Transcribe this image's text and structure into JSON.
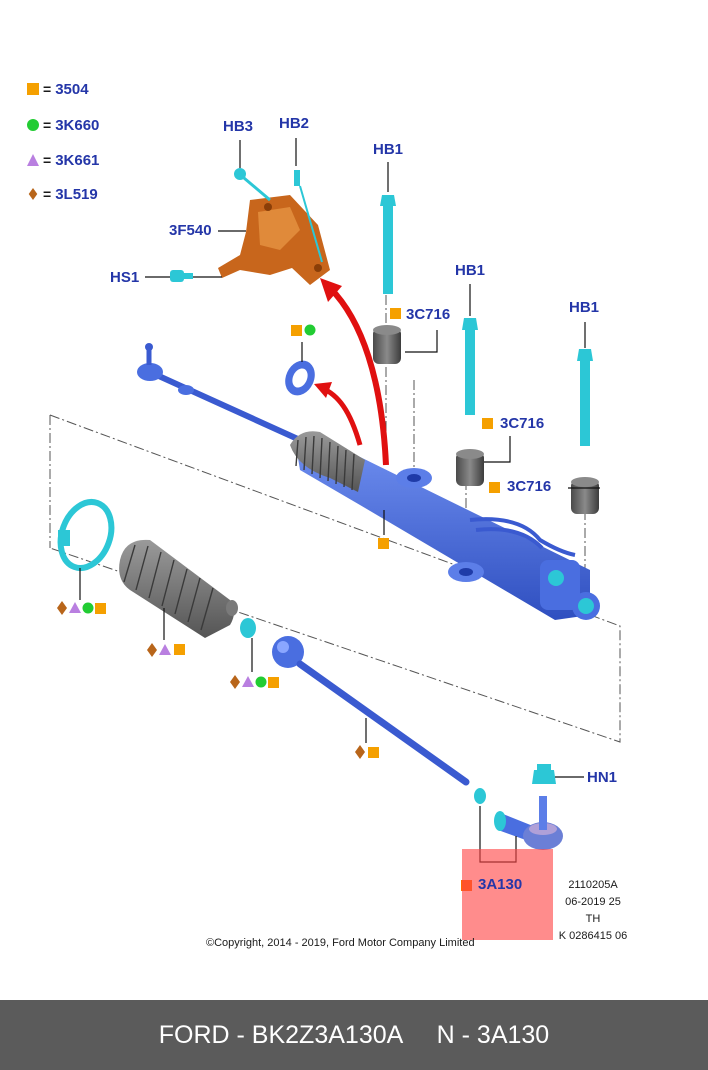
{
  "legend": [
    {
      "symbol": "orange-square-icon",
      "equals": "=",
      "code": "3504"
    },
    {
      "symbol": "green-circle-icon",
      "equals": "=",
      "code": "3K660"
    },
    {
      "symbol": "purple-triangle-icon",
      "equals": "=",
      "code": "3K661"
    },
    {
      "symbol": "brown-diamond-icon",
      "equals": "=",
      "code": "3L519"
    }
  ],
  "callouts": {
    "hb3": "HB3",
    "hb2": "HB2",
    "hb1_a": "HB1",
    "hb1_b": "HB1",
    "hb1_c": "HB1",
    "f3f540": "3F540",
    "hs1": "HS1",
    "c3c716_a": "3C716",
    "c3c716_b": "3C716",
    "c3c716_c": "3C716",
    "hn1": "HN1",
    "a3a130": "3A130"
  },
  "reference": {
    "line1": "2110205A",
    "line2": "06-2019 25",
    "line3": "TH",
    "line4": "K 0286415 06"
  },
  "copyright": "©Copyright, 2014 - 2019, Ford Motor Company Limited",
  "footer": {
    "text": "FORD - BK2Z3A130A     N - 3A130"
  },
  "colors": {
    "callout": "#2436a8",
    "highlight": "#ff4646",
    "part_blue": "#4a6ee0",
    "fastener_cyan": "#2cc7d6",
    "bracket_orange": "#c8661c",
    "boot_gray": "#6e6e6e",
    "arrow_red": "#e01010",
    "footer_bg": "#5b5b5b"
  }
}
